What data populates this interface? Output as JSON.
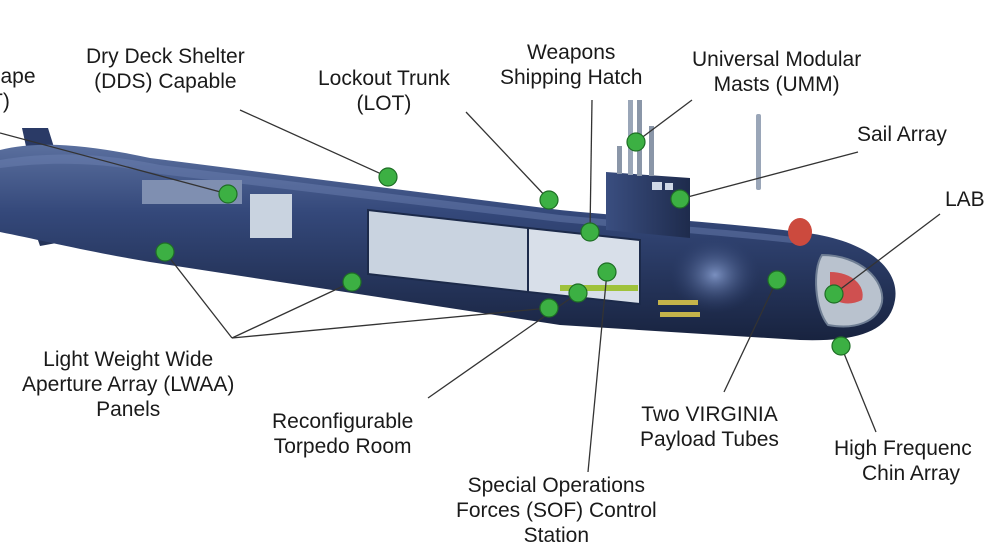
{
  "colors": {
    "hull_dark": "#1c2a4a",
    "hull_mid": "#2e4170",
    "hull_light": "#5a6f9e",
    "callout_dot": "#3cb043",
    "leader_line": "#333333",
    "interior": "#c9d3e0"
  },
  "labels": {
    "escape_trunk": [
      "cape",
      "T)"
    ],
    "dds": [
      "Dry Deck Shelter",
      "(DDS) Capable"
    ],
    "lot": [
      "Lockout Trunk",
      "(LOT)"
    ],
    "weapons_hatch": [
      "Weapons",
      "Shipping Hatch"
    ],
    "umm": [
      "Universal Modular",
      "Masts (UMM)"
    ],
    "sail_array": [
      "Sail Array"
    ],
    "lab": [
      "LAB"
    ],
    "lwaa": [
      "Light Weight Wide",
      "Aperture Array (LWAA)",
      "Panels"
    ],
    "torpedo_room": [
      "Reconfigurable",
      "Torpedo Room"
    ],
    "sof": [
      "Special Operations",
      "Forces (SOF) Control",
      "Station"
    ],
    "payload_tubes": [
      "Two VIRGINIA",
      "Payload Tubes"
    ],
    "chin_array": [
      "High Frequenc",
      "Chin Array"
    ]
  }
}
